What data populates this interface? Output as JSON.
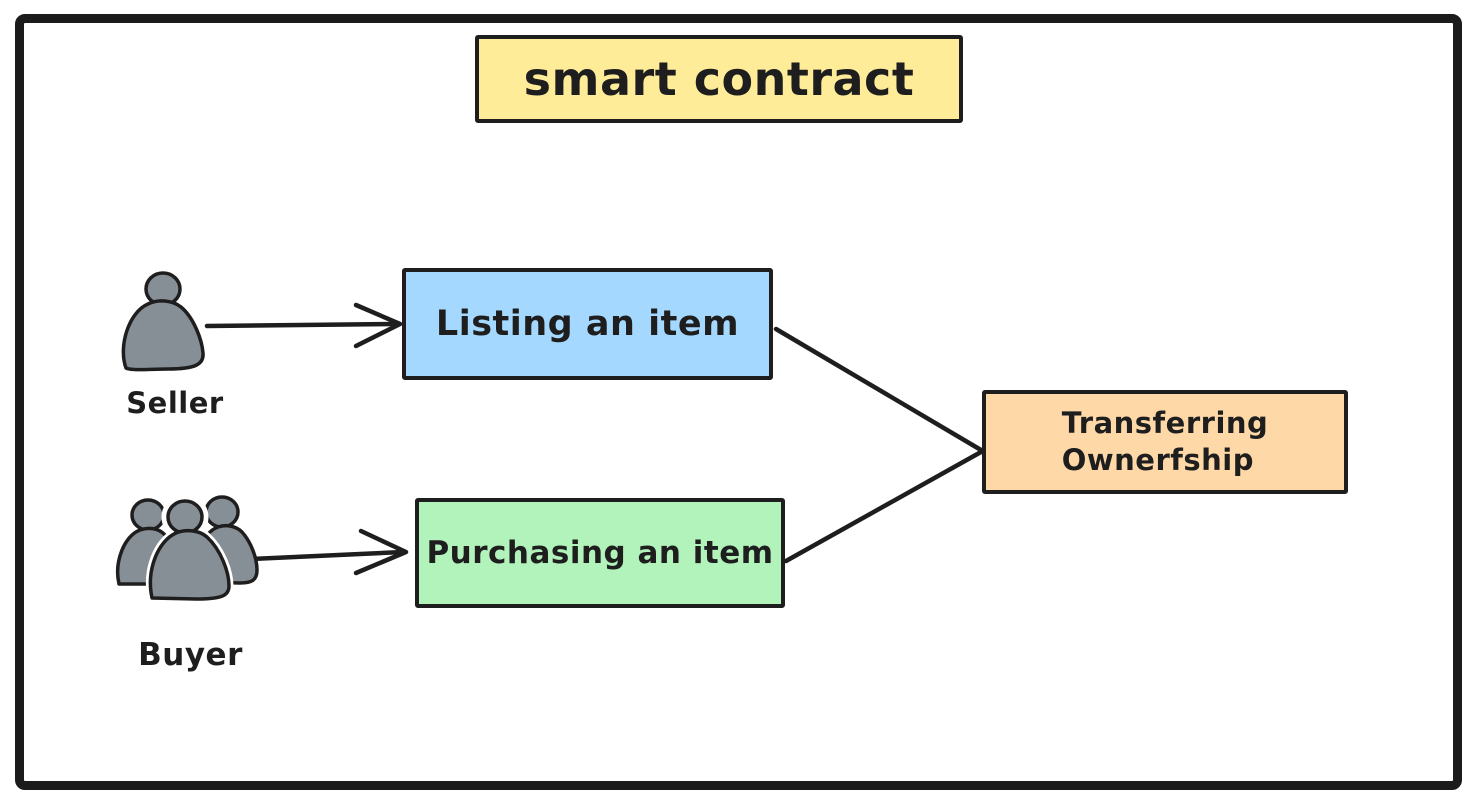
{
  "diagram": {
    "title": "smart contract",
    "nodes": {
      "title_box": {
        "fill": "#ffec99"
      },
      "listing": {
        "label": "Listing an item",
        "fill": "#a5d8ff"
      },
      "purchasing": {
        "label": "Purchasing an item",
        "fill": "#b2f2bb"
      },
      "transfer": {
        "lines": [
          "Transferring",
          "Ownerfship"
        ],
        "fill": "#ffd8a8"
      }
    },
    "actors": {
      "seller": {
        "label": "Seller",
        "icon": "person-icon"
      },
      "buyer": {
        "label": "Buyer",
        "icon": "people-group-icon"
      }
    },
    "connectors": [
      {
        "from": "seller",
        "to": "listing",
        "style": "arrow"
      },
      {
        "from": "buyer",
        "to": "purchasing",
        "style": "arrow"
      },
      {
        "from": "listing",
        "to": "transfer",
        "style": "line"
      },
      {
        "from": "purchasing",
        "to": "transfer",
        "style": "line"
      }
    ],
    "colors": {
      "stroke": "#1e1e1e",
      "frame": "#1b1b1b",
      "actor_fill": "#868e96",
      "canvas_background": "#ffffff"
    }
  }
}
